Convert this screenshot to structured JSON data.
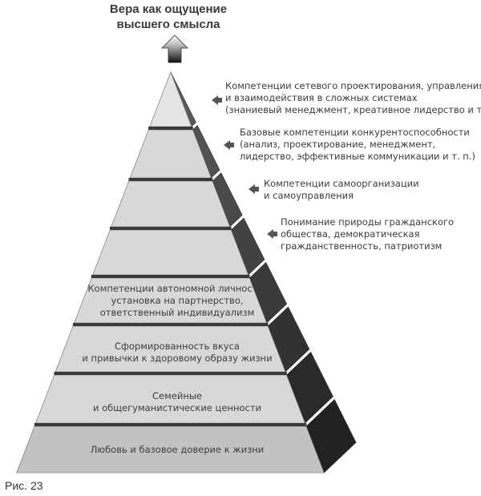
{
  "apex_title": [
    "Вера как ощущение",
    "высшего смысла"
  ],
  "levels": [
    {
      "lines": []
    },
    {
      "lines": []
    },
    {
      "lines": []
    },
    {
      "lines": []
    },
    {
      "lines": [
        "Компетенции автономной личности,",
        "установка на партнерство,",
        "ответственный индивидуализм"
      ]
    },
    {
      "lines": [
        "Сформированность вкуса",
        "и привычки к здоровому образу жизни"
      ]
    },
    {
      "lines": [
        "Семейные",
        "и общегуманистические ценности"
      ]
    },
    {
      "lines": [
        "Любовь и базовое доверие к жизни"
      ]
    }
  ],
  "side_notes": [
    {
      "lines": [
        "Компетенции сетевого проектирования, управления",
        "и взаимодействия в сложных системах",
        "(знаниевый менеджмент, креативное лидерство и т. п.)"
      ]
    },
    {
      "lines": [
        "Базовые компетенции конкурентоспособности",
        "(анализ, проектирование, менеджмент,",
        "лидерство, эффективные коммуникации и т. п.)"
      ]
    },
    {
      "lines": [
        "Компетенции самоорганизации",
        "и самоуправления"
      ]
    },
    {
      "lines": [
        "Понимание природы гражданского",
        "общества, демократическая",
        "гражданственность, патриотизм"
      ]
    }
  ],
  "caption": "Рис. 23",
  "colors": {
    "apex_face": "#e4e4e4",
    "face_light": "#d8d8d8",
    "face_base": "#c2c2c2",
    "separator": "#3a3a3a",
    "side_dark": "#2a2a2a",
    "arrow": "#555555"
  }
}
